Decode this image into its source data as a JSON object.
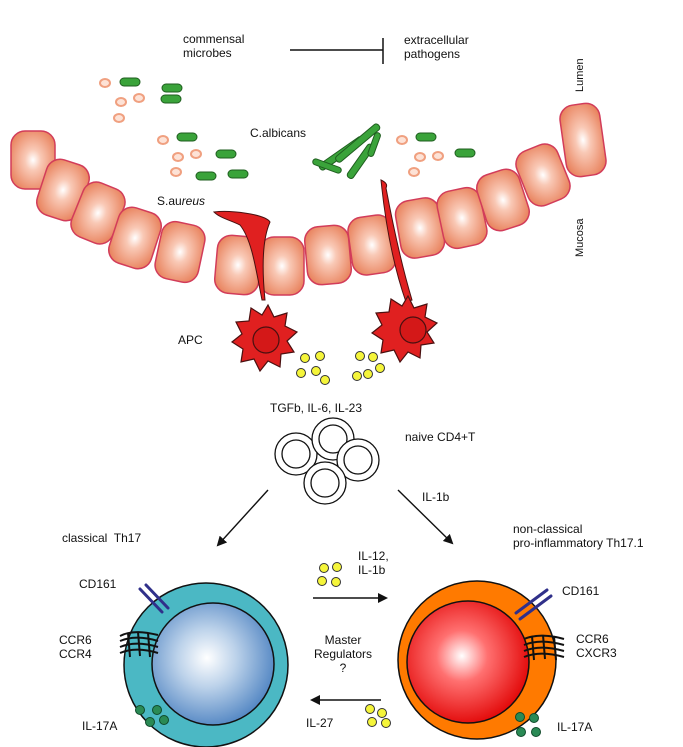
{
  "legend": {
    "commensal": "commensal\nmicrobes",
    "extracellular": "extracellular\npathogens"
  },
  "labels": {
    "lumen": "Lumen",
    "mucosa": "Mucosa",
    "c_albicans": "C.albicans",
    "s_aureus_prefix": "S.au",
    "s_aureus_italic": "reus",
    "apc": "APC",
    "cytokines_top": "TGFb, IL-6, IL-23",
    "naive": "naive CD4+T",
    "il1b": "IL-1b",
    "classical": "classical  Th17",
    "nonclassical": "non-classical\npro-inflammatory Th17.1",
    "il12_il1b": "IL-12,\nIL-1b",
    "master": "Master\nRegulators\n?",
    "il27": "IL-27",
    "cd161_left": "CD161",
    "cd161_right": "CD161",
    "ccr6_ccr4": "CCR6\nCCR4",
    "ccr6_cxcr3": "CCR6\nCXCR3",
    "il17a_left": "IL-17A",
    "il17a_right": "IL-17A"
  },
  "colors": {
    "epithelium": "#e8805a",
    "epithelium_edge": "#d23c5a",
    "bacteria_green": "#3aa33a",
    "cocci": "#f0a080",
    "apc_red": "#e02020",
    "cytokine_yellow": "#f5f53a",
    "th17_teal": "#4bb8c4",
    "th17_nucleus": "#4a80c0",
    "th171_orange": "#ff7a00",
    "th171_nucleus": "#e00000",
    "il17_dot": "#2a8a55",
    "receptor_purple": "#30308a"
  }
}
